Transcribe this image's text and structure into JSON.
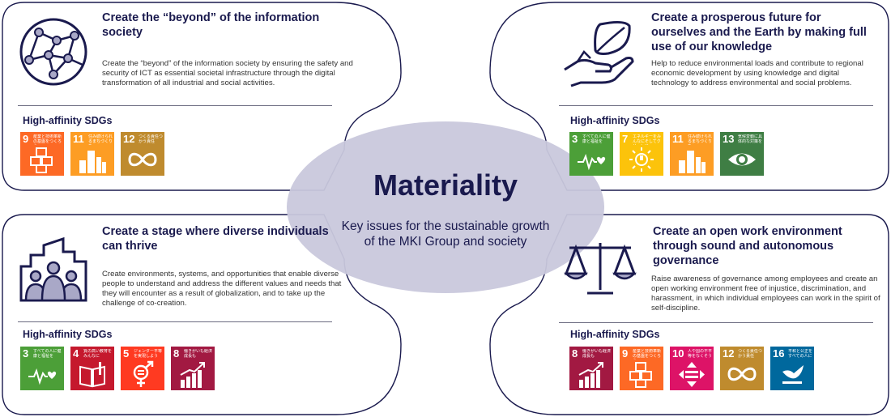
{
  "center": {
    "title": "Materiality",
    "subtitle": "Key issues for the sustainable growth of the MKI Group and society"
  },
  "sdg_heading": "High-affinity SDGs",
  "colors": {
    "outline": "#1a1a4e",
    "ellipse_fill": "#c9c8dc",
    "icon_fill": "#a9a8c7",
    "sdg": {
      "3": "#4c9f38",
      "4": "#c5192d",
      "5": "#ff3a21",
      "7": "#fcc30b",
      "8": "#a21942",
      "9": "#fd6925",
      "10": "#dd1367",
      "11": "#fd9d24",
      "12": "#bf8b2e",
      "13": "#3f7e44",
      "16": "#00689d"
    }
  },
  "quadrants": {
    "top_left": {
      "title": "Create the “beyond” of the information society",
      "description": "Create the “beyond” of the information society by ensuring the safety and security of ICT as essential societal infrastructure through the digital transformation of all industrial and social activities.",
      "icon": "network-globe-icon",
      "sdgs": [
        {
          "num": "9",
          "jp": "産業と技術革新の基盤をつくろう",
          "icon": "cubes"
        },
        {
          "num": "11",
          "jp": "住み続けられるまちづくりを",
          "icon": "buildings"
        },
        {
          "num": "12",
          "jp": "つくる責任つかう責任",
          "icon": "infinity"
        }
      ]
    },
    "top_right": {
      "title": "Create a prosperous future for ourselves and the Earth by making full use of our knowledge",
      "description": "Help to reduce environmental loads and contribute to regional economic development by using knowledge and digital technology to address environmental and social problems.",
      "icon": "hand-leaf-icon",
      "sdgs": [
        {
          "num": "3",
          "jp": "すべての人に健康と福祉を",
          "icon": "heartbeat"
        },
        {
          "num": "7",
          "jp": "エネルギーをみんなにそしてクリーンに",
          "icon": "sun"
        },
        {
          "num": "11",
          "jp": "住み続けられるまちづくりを",
          "icon": "buildings"
        },
        {
          "num": "13",
          "jp": "気候変動に具体的な対策を",
          "icon": "eye"
        }
      ]
    },
    "bottom_left": {
      "title": "Create a stage where diverse individuals can thrive",
      "description": "Create environments, systems, and opportunities that enable diverse people to understand and address the different values and needs that they will encounter as a result of globalization, and to take up the challenge of co-creation.",
      "icon": "people-city-icon",
      "sdgs": [
        {
          "num": "3",
          "jp": "すべての人に健康と福祉を",
          "icon": "heartbeat"
        },
        {
          "num": "4",
          "jp": "質の高い教育をみんなに",
          "icon": "book"
        },
        {
          "num": "5",
          "jp": "ジェンダー平等を実現しよう",
          "icon": "gender"
        },
        {
          "num": "8",
          "jp": "働きがいも経済成長も",
          "icon": "growth"
        }
      ]
    },
    "bottom_right": {
      "title": "Create an open work environment through sound and autonomous governance",
      "description": "Raise awareness of governance among employees and create an open working environment free of injustice, discrimination, and harassment, in which individual employees can work in the spirit of self-discipline.",
      "icon": "scales-icon",
      "sdgs": [
        {
          "num": "8",
          "jp": "働きがいも経済成長も",
          "icon": "growth"
        },
        {
          "num": "9",
          "jp": "産業と技術革新の基盤をつくろう",
          "icon": "cubes"
        },
        {
          "num": "10",
          "jp": "人や国の不平等をなくそう",
          "icon": "equality"
        },
        {
          "num": "12",
          "jp": "つくる責任つかう責任",
          "icon": "infinity"
        },
        {
          "num": "16",
          "jp": "平和と公正をすべての人に",
          "icon": "dove"
        }
      ]
    }
  }
}
